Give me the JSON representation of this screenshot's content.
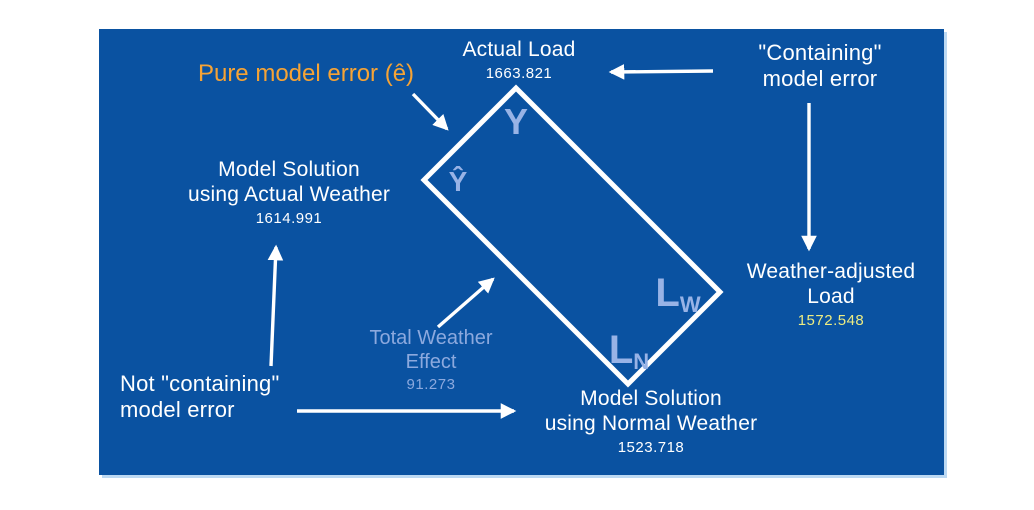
{
  "slide": {
    "colors": {
      "panel_bg": "#0A52A1",
      "panel_edge": "#BCD9F3",
      "text_white": "#FFFFFF",
      "accent_orange": "#F6A335",
      "accent_periwinkle": "#8CA9DE",
      "vertex_periwinkle": "#98B3E6",
      "value_yellow": "#EDEC82"
    },
    "nodes": {
      "pure_model_error": {
        "label": "Pure model error (ê)"
      },
      "actual_load": {
        "label": "Actual Load",
        "value": "1663.821"
      },
      "containing_error": {
        "line1": "\"Containing\"",
        "line2": "model error"
      },
      "model_solution_actual": {
        "line1": "Model Solution",
        "line2": "using Actual Weather",
        "value": "1614.991"
      },
      "weather_adjusted_load": {
        "line1": "Weather-adjusted",
        "line2": "Load",
        "value": "1572.548"
      },
      "total_weather_effect": {
        "line1": "Total Weather",
        "line2": "Effect",
        "value": "91.273"
      },
      "not_containing_error": {
        "line1": "Not \"containing\"",
        "line2": "model error"
      },
      "model_solution_normal": {
        "line1": "Model Solution",
        "line2": "using Normal Weather",
        "value": "1523.718"
      }
    },
    "vertices": {
      "top": "Y",
      "left": "Ŷ",
      "right": {
        "main": "L",
        "sub": "W"
      },
      "bottom": {
        "main": "L",
        "sub": "N"
      }
    }
  }
}
